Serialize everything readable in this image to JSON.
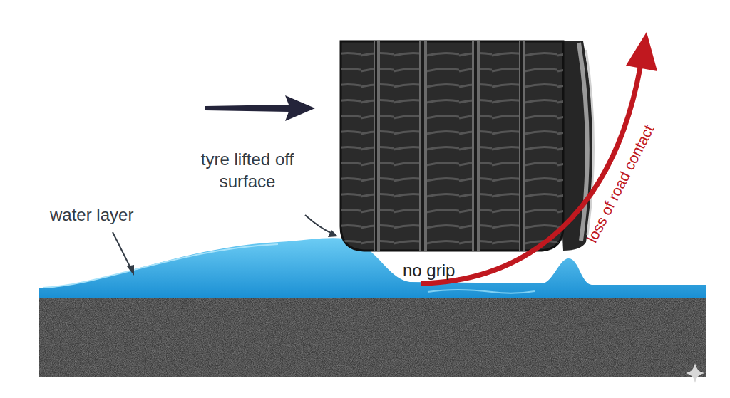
{
  "diagram": {
    "labels": [
      "water layer",
      "tyre lifted off surface",
      "no grip",
      "loss of road contact"
    ]
  }
}
